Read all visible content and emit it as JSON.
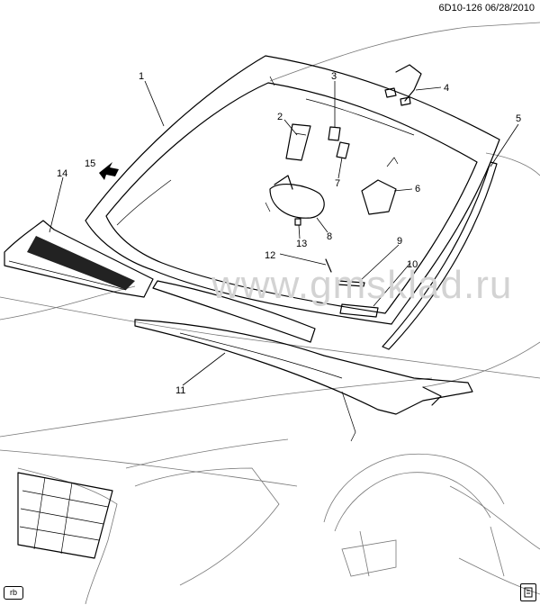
{
  "header": {
    "drawing_id": "6D10-126",
    "date": "06/28/2010"
  },
  "watermark": "www.gmsklad.ru",
  "badge": "rb",
  "callouts": [
    "1",
    "2",
    "3",
    "4",
    "5",
    "6",
    "7",
    "8",
    "9",
    "10",
    "11",
    "12",
    "13",
    "14",
    "15"
  ],
  "icons": {
    "corner": "book-icon",
    "arrow": "direction-arrow-icon"
  }
}
